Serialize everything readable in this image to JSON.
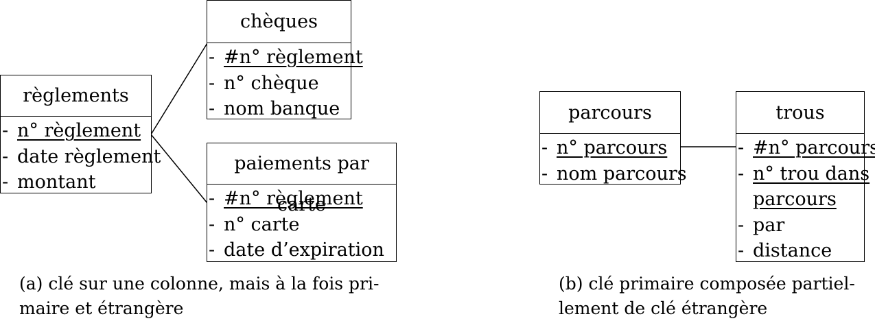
{
  "diagram_a": {
    "reglements": {
      "title": "règlements",
      "rows": [
        {
          "dash": "-",
          "text": "n° règlement"
        },
        {
          "dash": "-",
          "text": "date règlement"
        },
        {
          "dash": "-",
          "text": "montant"
        }
      ]
    },
    "cheques": {
      "title": "chèques",
      "rows": [
        {
          "dash": "-",
          "text": "#n° règlement"
        },
        {
          "dash": "-",
          "text": "n° chèque"
        },
        {
          "dash": "-",
          "text": "nom banque"
        }
      ]
    },
    "paiements": {
      "title": "paiements par carte",
      "rows": [
        {
          "dash": "-",
          "text": "#n° règlement"
        },
        {
          "dash": "-",
          "text": "n° carte"
        },
        {
          "dash": "-",
          "text": "date d’expiration"
        }
      ]
    },
    "caption": [
      "(a) clé sur une colonne, mais à la fois pri-",
      "maire et étrangère"
    ]
  },
  "diagram_b": {
    "parcours": {
      "title": "parcours",
      "rows": [
        {
          "dash": "-",
          "text": "n° parcours"
        },
        {
          "dash": "-",
          "text": "nom parcours"
        }
      ]
    },
    "trous": {
      "title": "trous",
      "rows": [
        {
          "dash": "-",
          "text": "#n° parcours"
        },
        {
          "dash": "-",
          "text": "n° trou dans"
        },
        {
          "dash": "",
          "text": "parcours"
        },
        {
          "dash": "-",
          "text": "par"
        },
        {
          "dash": "-",
          "text": "distance"
        }
      ]
    },
    "caption": [
      "(b) clé primaire composée partiel-",
      "lement de clé étrangère"
    ]
  }
}
